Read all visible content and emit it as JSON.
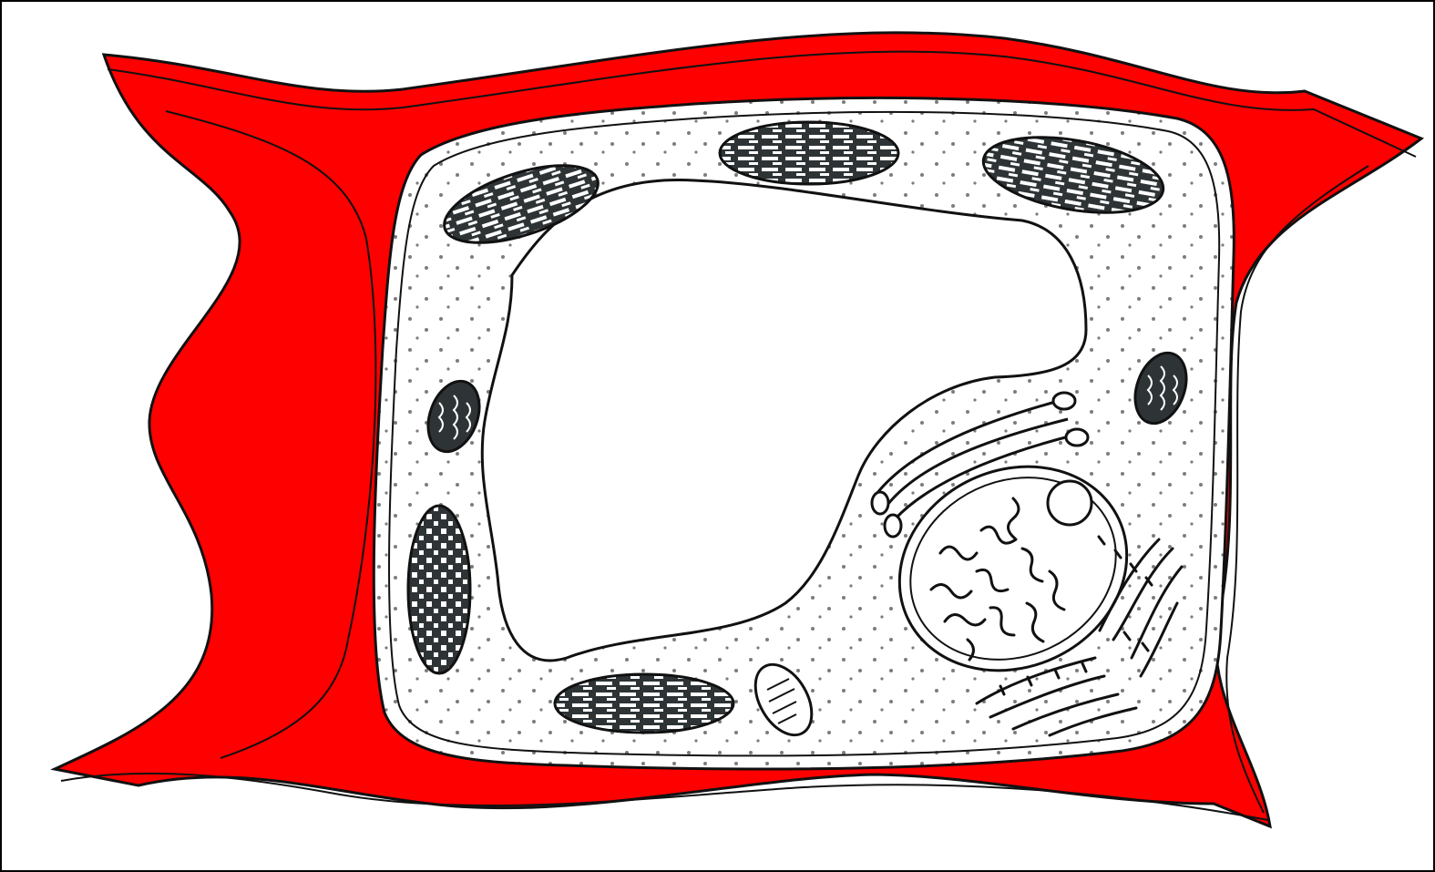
{
  "diagram": {
    "kind": "plant-cell",
    "labels": [],
    "colors": {
      "cell_wall": "#ff0000",
      "outline": "#111111",
      "cytoplasm": "#ffffff",
      "organelle_fill": "#2e3436",
      "background": "#ffffff"
    },
    "parts": [
      "cell-wall",
      "cell-membrane",
      "cytoplasm",
      "central-vacuole",
      "nucleus",
      "nucleolus",
      "chromatin",
      "chloroplasts",
      "mitochondria",
      "golgi-apparatus",
      "endoplasmic-reticulum"
    ]
  }
}
